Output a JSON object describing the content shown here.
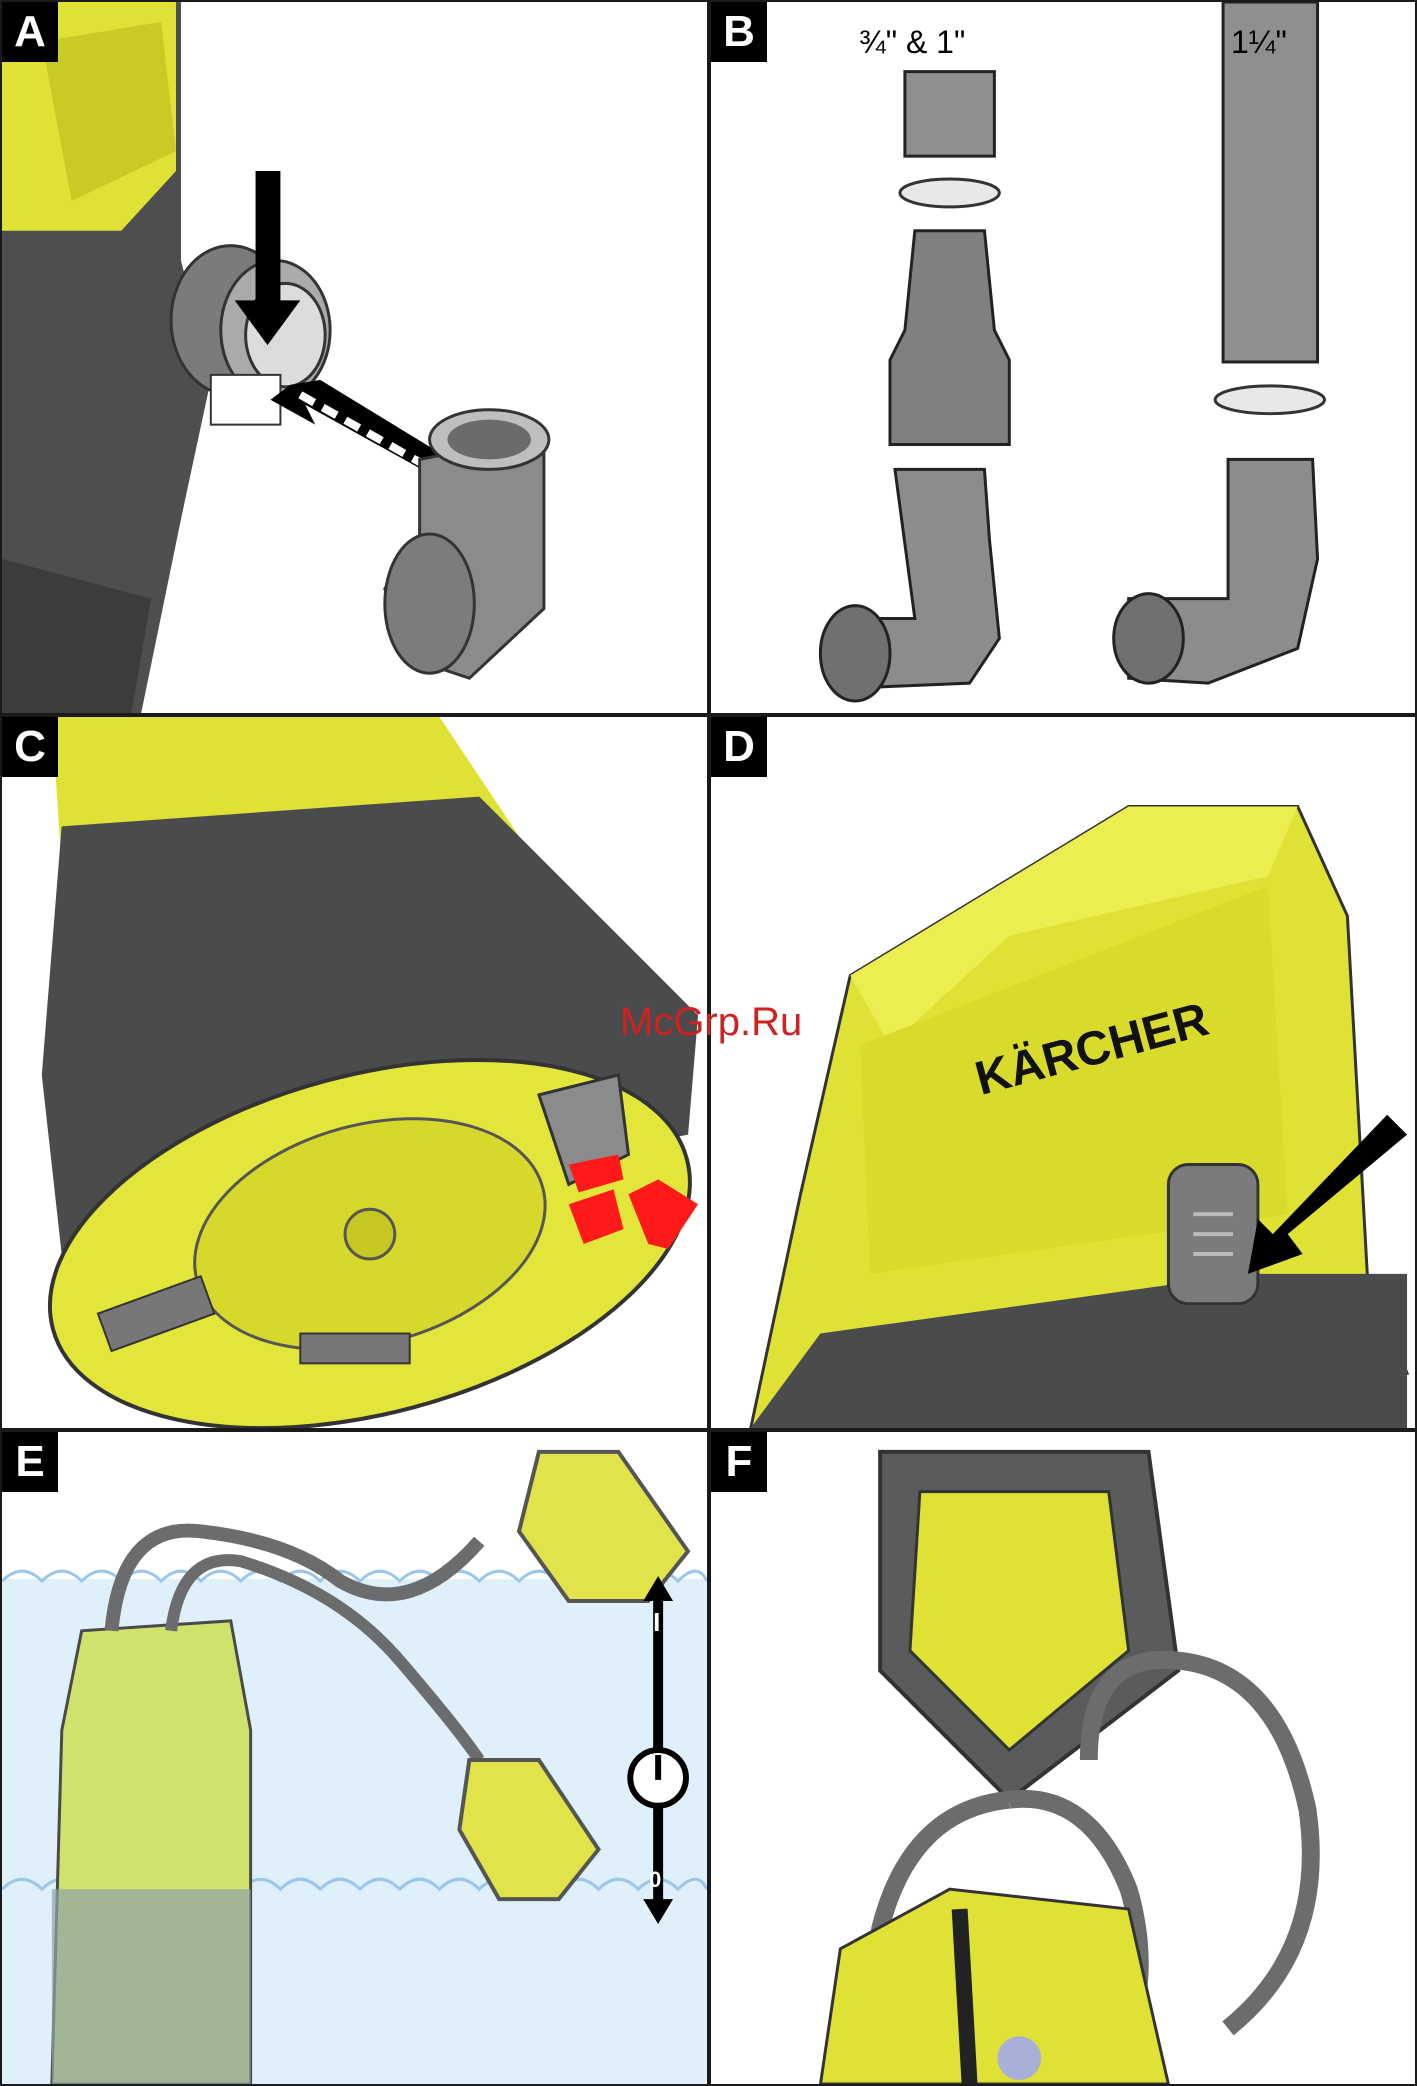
{
  "panels": {
    "a": {
      "label": "A"
    },
    "b": {
      "label": "B",
      "size_small": "¾\" & 1\"",
      "size_large": "1¼\""
    },
    "c": {
      "label": "C"
    },
    "d": {
      "label": "D",
      "brand": "KÄRCHER"
    },
    "e": {
      "label": "E",
      "switch_on": "I",
      "switch_off": "0"
    },
    "f": {
      "label": "F"
    }
  },
  "watermark": "McGrp.Ru",
  "colors": {
    "pump_yellow": "#dfe234",
    "pump_grey": "#5a5b5d",
    "water": "#dff0fb",
    "arrow_red": "#ff1a1a"
  }
}
